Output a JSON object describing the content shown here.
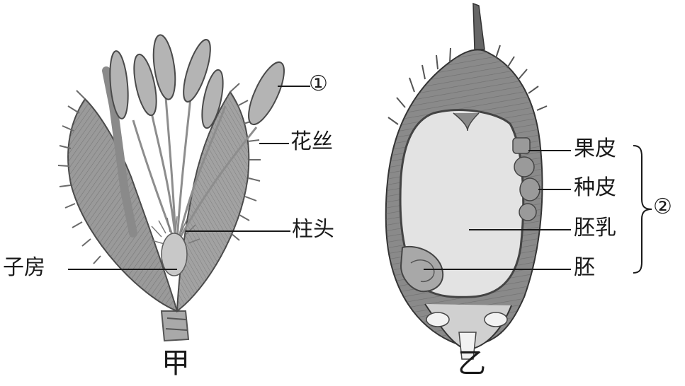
{
  "figure_jia": {
    "caption": "甲",
    "labels": {
      "marker_1": "①",
      "filament": "花丝",
      "stigma": "柱头",
      "ovary": "子房"
    }
  },
  "figure_yi": {
    "caption": "乙",
    "labels": {
      "pericarp": "果皮",
      "seed_coat": "种皮",
      "endosperm": "胚乳",
      "embryo": "胚",
      "marker_2": "②"
    }
  }
}
